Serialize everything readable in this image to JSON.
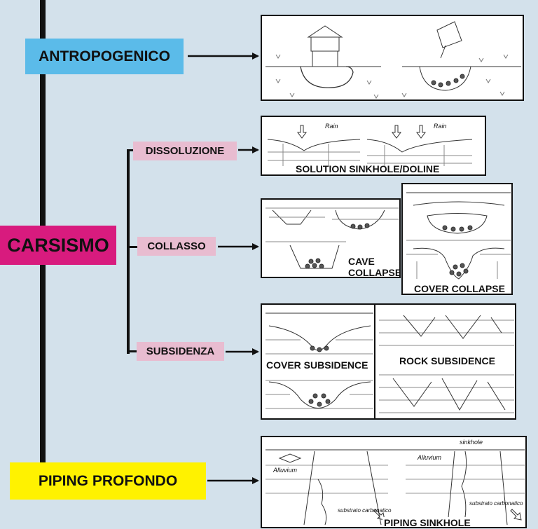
{
  "nodes": {
    "antropogenico": "ANTROPOGENICO",
    "carsismo": "CARSISMO",
    "dissoluzione": "DISSOLUZIONE",
    "collasso": "COLLASSO",
    "subsidenza": "SUBSIDENZA",
    "piping": "PIPING PROFONDO"
  },
  "captions": {
    "solution": "SOLUTION SINKHOLE/DOLINE",
    "cave_collapse_1": "CAVE",
    "cave_collapse_2": "COLLAPSE",
    "cover_collapse": "COVER COLLAPSE",
    "cover_subsidence": "COVER SUBSIDENCE",
    "rock_subsidence": "ROCK SUBSIDENCE",
    "piping_sinkhole": "PIPING SINKHOLE"
  },
  "sketch_labels": {
    "rain_1": "Rain",
    "rain_2": "Rain",
    "alluvium_1": "Alluvium",
    "alluvium_2": "Alluvium",
    "sinkhole": "sinkhole",
    "carbonatico_1": "substrato carbonatico",
    "carbonatico_2": "substrato carbonatico"
  },
  "colors": {
    "background": "#d3e1eb",
    "antropogenico": "#5bbbe9",
    "carsismo": "#d81b7e",
    "subtype": "#e8bcd0",
    "piping": "#fff200",
    "line": "#111111"
  }
}
